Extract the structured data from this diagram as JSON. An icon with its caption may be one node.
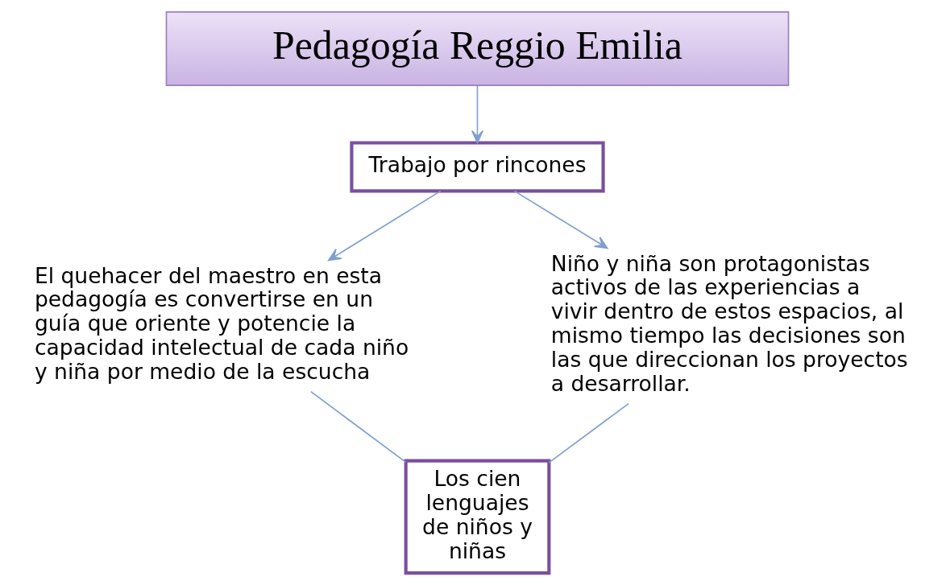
{
  "diagram": {
    "nodes": [
      {
        "text": [
          "Pedagogía Reggio Emilia"
        ]
      },
      {
        "text": [
          "Trabajo por rincones"
        ]
      },
      {
        "text": [
          "El quehacer del maestro en esta pedagogía es convertirse en un guía que oriente y potencie la capacidad intelectual de cada niño y niña por medio de la escucha"
        ]
      },
      {
        "text": [
          "Niño y niña son protagonistas activos de las experiencias a vivir dentro de estos espacios, al mismo tiempo las decisiones son las que direccionan los proyectos a desarrollar."
        ]
      },
      {
        "text": [
          "Los cien lenguajes de niños y niñas"
        ]
      }
    ],
    "edges": [
      {
        "from": 0,
        "to": 1,
        "arrow": "to"
      },
      {
        "from": 1,
        "to": 2,
        "arrow": "to"
      },
      {
        "from": 1,
        "to": 3,
        "arrow": "to"
      },
      {
        "from": 2,
        "to": 4,
        "arrow": "none"
      },
      {
        "from": 3,
        "to": 4,
        "arrow": "none"
      }
    ]
  }
}
